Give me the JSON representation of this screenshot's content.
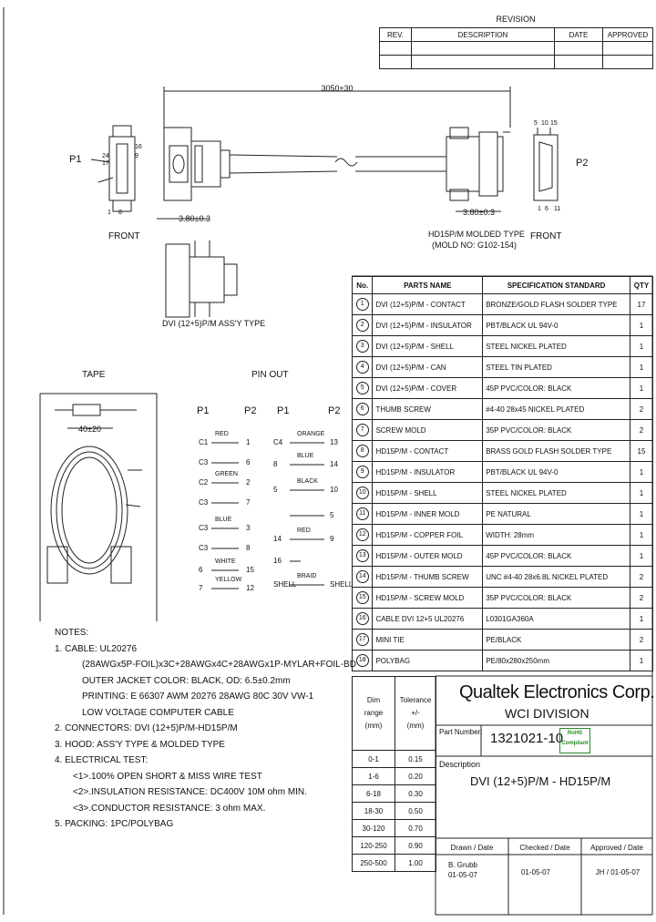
{
  "revision": {
    "title": "REVISION",
    "headers": [
      "REV.",
      "DESCRIPTION",
      "DATE",
      "APPROVED"
    ]
  },
  "drawing": {
    "overall_length": "3050±30",
    "p1_label": "P1",
    "p2_label": "P2",
    "front_left": "FRONT",
    "front_right": "FRONT",
    "dim_left": "3.80±0.3",
    "dim_right": "3.80±0.3",
    "p2_type": "HD15P/M MOLDED TYPE",
    "p2_mold": "(MOLD NO: G102-154)",
    "p1_assy": "DVI (12+5)P/M ASS'Y TYPE",
    "p1_pin_labels": [
      "1",
      "8",
      "17",
      "24",
      "16",
      "9"
    ],
    "p2_pin_labels": [
      "5",
      "10",
      "15",
      "1",
      "6",
      "11"
    ],
    "tape_label": "TAPE",
    "tape_dim": "40±20",
    "pinout_label": "PIN OUT"
  },
  "pinout": {
    "col_labels": [
      "P1",
      "P2",
      "P1",
      "P2"
    ],
    "left": [
      {
        "p1": "C1",
        "color": "RED",
        "p2": "1"
      },
      {
        "p1": "C3",
        "color": "",
        "p2": "6"
      },
      {
        "p1": "C2",
        "color": "GREEN",
        "p2": "2"
      },
      {
        "p1": "C3",
        "color": "",
        "p2": "7"
      },
      {
        "p1": "C3",
        "color": "BLUE",
        "p2": "3"
      },
      {
        "p1": "C3",
        "color": "",
        "p2": "8"
      },
      {
        "p1": "6",
        "color": "WHITE",
        "p2": "15"
      },
      {
        "p1": "7",
        "color": "YELLOW",
        "p2": "12"
      }
    ],
    "right": [
      {
        "p1": "C4",
        "color": "ORANGE",
        "p2": "13"
      },
      {
        "p1": "8",
        "color": "BLUE",
        "p2": "14"
      },
      {
        "p1": "5",
        "color": "BLACK",
        "p2": "10"
      },
      {
        "p1": "",
        "color": "",
        "p2": "5"
      },
      {
        "p1": "14",
        "color": "RED",
        "p2": "9"
      },
      {
        "p1": "16",
        "color": "",
        "p2": ""
      },
      {
        "p1": "SHELL",
        "color": "BRAID",
        "p2": "SHELL"
      }
    ]
  },
  "parts": {
    "headers": [
      "No.",
      "PARTS NAME",
      "SPECIFICATION STANDARD",
      "QTY"
    ],
    "rows": [
      {
        "no": "1",
        "name": "DVI (12+5)P/M - CONTACT",
        "spec": "BRONZE/GOLD FLASH SOLDER TYPE",
        "qty": "17"
      },
      {
        "no": "2",
        "name": "DVI (12+5)P/M - INSULATOR",
        "spec": "PBT/BLACK UL 94V-0",
        "qty": "1"
      },
      {
        "no": "3",
        "name": "DVI (12+5)P/M - SHELL",
        "spec": "STEEL NICKEL PLATED",
        "qty": "1"
      },
      {
        "no": "4",
        "name": "DVI (12+5)P/M - CAN",
        "spec": "STEEL TIN PLATED",
        "qty": "1"
      },
      {
        "no": "5",
        "name": "DVI (12+5)P/M - COVER",
        "spec": "45P PVC/COLOR: BLACK",
        "qty": "1"
      },
      {
        "no": "6",
        "name": "THUMB SCREW",
        "spec": "#4-40 28x45 NICKEL PLATED",
        "qty": "2"
      },
      {
        "no": "7",
        "name": "SCREW MOLD",
        "spec": "35P PVC/COLOR: BLACK",
        "qty": "2"
      },
      {
        "no": "8",
        "name": "HD15P/M - CONTACT",
        "spec": "BRASS GOLD FLASH SOLDER TYPE",
        "qty": "15"
      },
      {
        "no": "9",
        "name": "HD15P/M - INSULATOR",
        "spec": "PBT/BLACK UL 94V-0",
        "qty": "1"
      },
      {
        "no": "10",
        "name": "HD15P/M - SHELL",
        "spec": "STEEL NICKEL PLATED",
        "qty": "1"
      },
      {
        "no": "11",
        "name": "HD15P/M - INNER MOLD",
        "spec": "PE NATURAL",
        "qty": "1"
      },
      {
        "no": "12",
        "name": "HD15P/M - COPPER FOIL",
        "spec": "WIDTH: 28mm",
        "qty": "1"
      },
      {
        "no": "13",
        "name": "HD15P/M - OUTER MOLD",
        "spec": "45P PVC/COLOR: BLACK",
        "qty": "1"
      },
      {
        "no": "14",
        "name": "HD15P/M - THUMB SCREW",
        "spec": "UNC #4-40 28x6.8L NICKEL PLATED",
        "qty": "2"
      },
      {
        "no": "15",
        "name": "HD15P/M - SCREW MOLD",
        "spec": "35P PVC/COLOR: BLACK",
        "qty": "2"
      },
      {
        "no": "16",
        "name": "CABLE DVI 12+5 UL20276",
        "spec": "L0301GA360A",
        "qty": "1"
      },
      {
        "no": "17",
        "name": "MINI TIE",
        "spec": "PE/BLACK",
        "qty": "2"
      },
      {
        "no": "18",
        "name": "POLYBAG",
        "spec": "PE/80x280x250mm",
        "qty": "1"
      }
    ]
  },
  "notes": {
    "title": "NOTES:",
    "lines": [
      "1. CABLE: UL20276",
      "(28AWGx5P-FOIL)x3C+28AWGx4C+28AWGx1P-MYLAR+FOIL-BD",
      "OUTER JACKET COLOR: BLACK, OD: 6.5±0.2mm",
      "PRINTING: E 66307 AWM 20276 28AWG 80C 30V VW-1",
      "LOW VOLTAGE COMPUTER CABLE",
      "2. CONNECTORS: DVI (12+5)P/M-HD15P/M",
      "3. HOOD: ASS'Y TYPE & MOLDED TYPE",
      "4. ELECTRICAL TEST:",
      "<1>.100% OPEN SHORT & MISS WIRE TEST",
      "<2>.INSULATION RESISTANCE: DC400V 10M ohm MIN.",
      "<3>.CONDUCTOR RESISTANCE: 3 ohm MAX.",
      "5. PACKING: 1PC/POLYBAG"
    ]
  },
  "tolerance": {
    "header_dim": [
      "Dim",
      "range",
      "(mm)"
    ],
    "header_tol": [
      "Tolerance",
      "+/-",
      "(mm)"
    ],
    "rows": [
      {
        "range": "0-1",
        "tol": "0.15"
      },
      {
        "range": "1-6",
        "tol": "0.20"
      },
      {
        "range": "6-18",
        "tol": "0.30"
      },
      {
        "range": "18-30",
        "tol": "0.50"
      },
      {
        "range": "30-120",
        "tol": "0.70"
      },
      {
        "range": "120-250",
        "tol": "0.90"
      },
      {
        "range": "250-500",
        "tol": "1.00"
      }
    ]
  },
  "title_block": {
    "company": "Qualtek Electronics Corp.",
    "division": "WCI DIVISION",
    "part_number_label": "Part Number:",
    "part_number": "1321021-10",
    "rohs": "RoHS Compliant",
    "description_label": "Description",
    "description": "DVI (12+5)P/M - HD15P/M",
    "drawn_label": "Drawn / Date",
    "checked_label": "Checked / Date",
    "approved_label": "Approved / Date",
    "drawn_by": "B. Grubb",
    "drawn_date": "01-05-07",
    "checked": "01-05-07",
    "approved": "JH / 01-05-07"
  },
  "colors": {
    "line": "#222222",
    "rohs": "#2a8a2a"
  }
}
